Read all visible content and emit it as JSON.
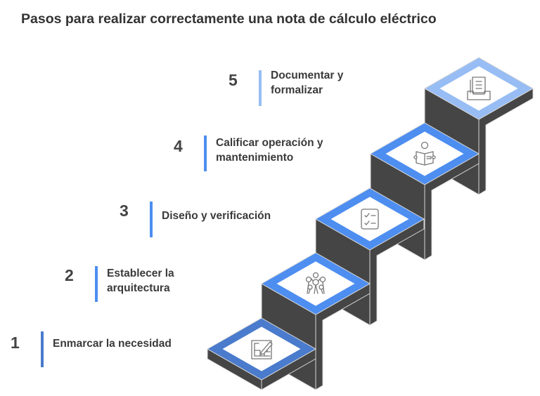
{
  "title": "Pasos para realizar correctamente una nota de cálculo eléctrico",
  "colors": {
    "face": "#454545",
    "edge": "#d8d8d8",
    "step1": "#4a7bcc",
    "step_mid": "#4d8ef0",
    "step5": "#97bdf4",
    "icon": "#777777",
    "text": "#3a3a3a"
  },
  "steps": [
    {
      "number": "1",
      "label_lines": [
        "Enmarcar la necesidad"
      ],
      "icon": "blueprint-pencil-icon"
    },
    {
      "number": "2",
      "label_lines": [
        "Establecer la",
        "arquitectura"
      ],
      "icon": "network-structure-icon"
    },
    {
      "number": "3",
      "label_lines": [
        "Diseño y verificación"
      ],
      "icon": "checklist-icon"
    },
    {
      "number": "4",
      "label_lines": [
        "Calificar operación y",
        "mantenimiento"
      ],
      "icon": "person-reading-icon"
    },
    {
      "number": "5",
      "label_lines": [
        "Documentar y",
        "formalizar"
      ],
      "icon": "document-tray-icon"
    }
  ]
}
